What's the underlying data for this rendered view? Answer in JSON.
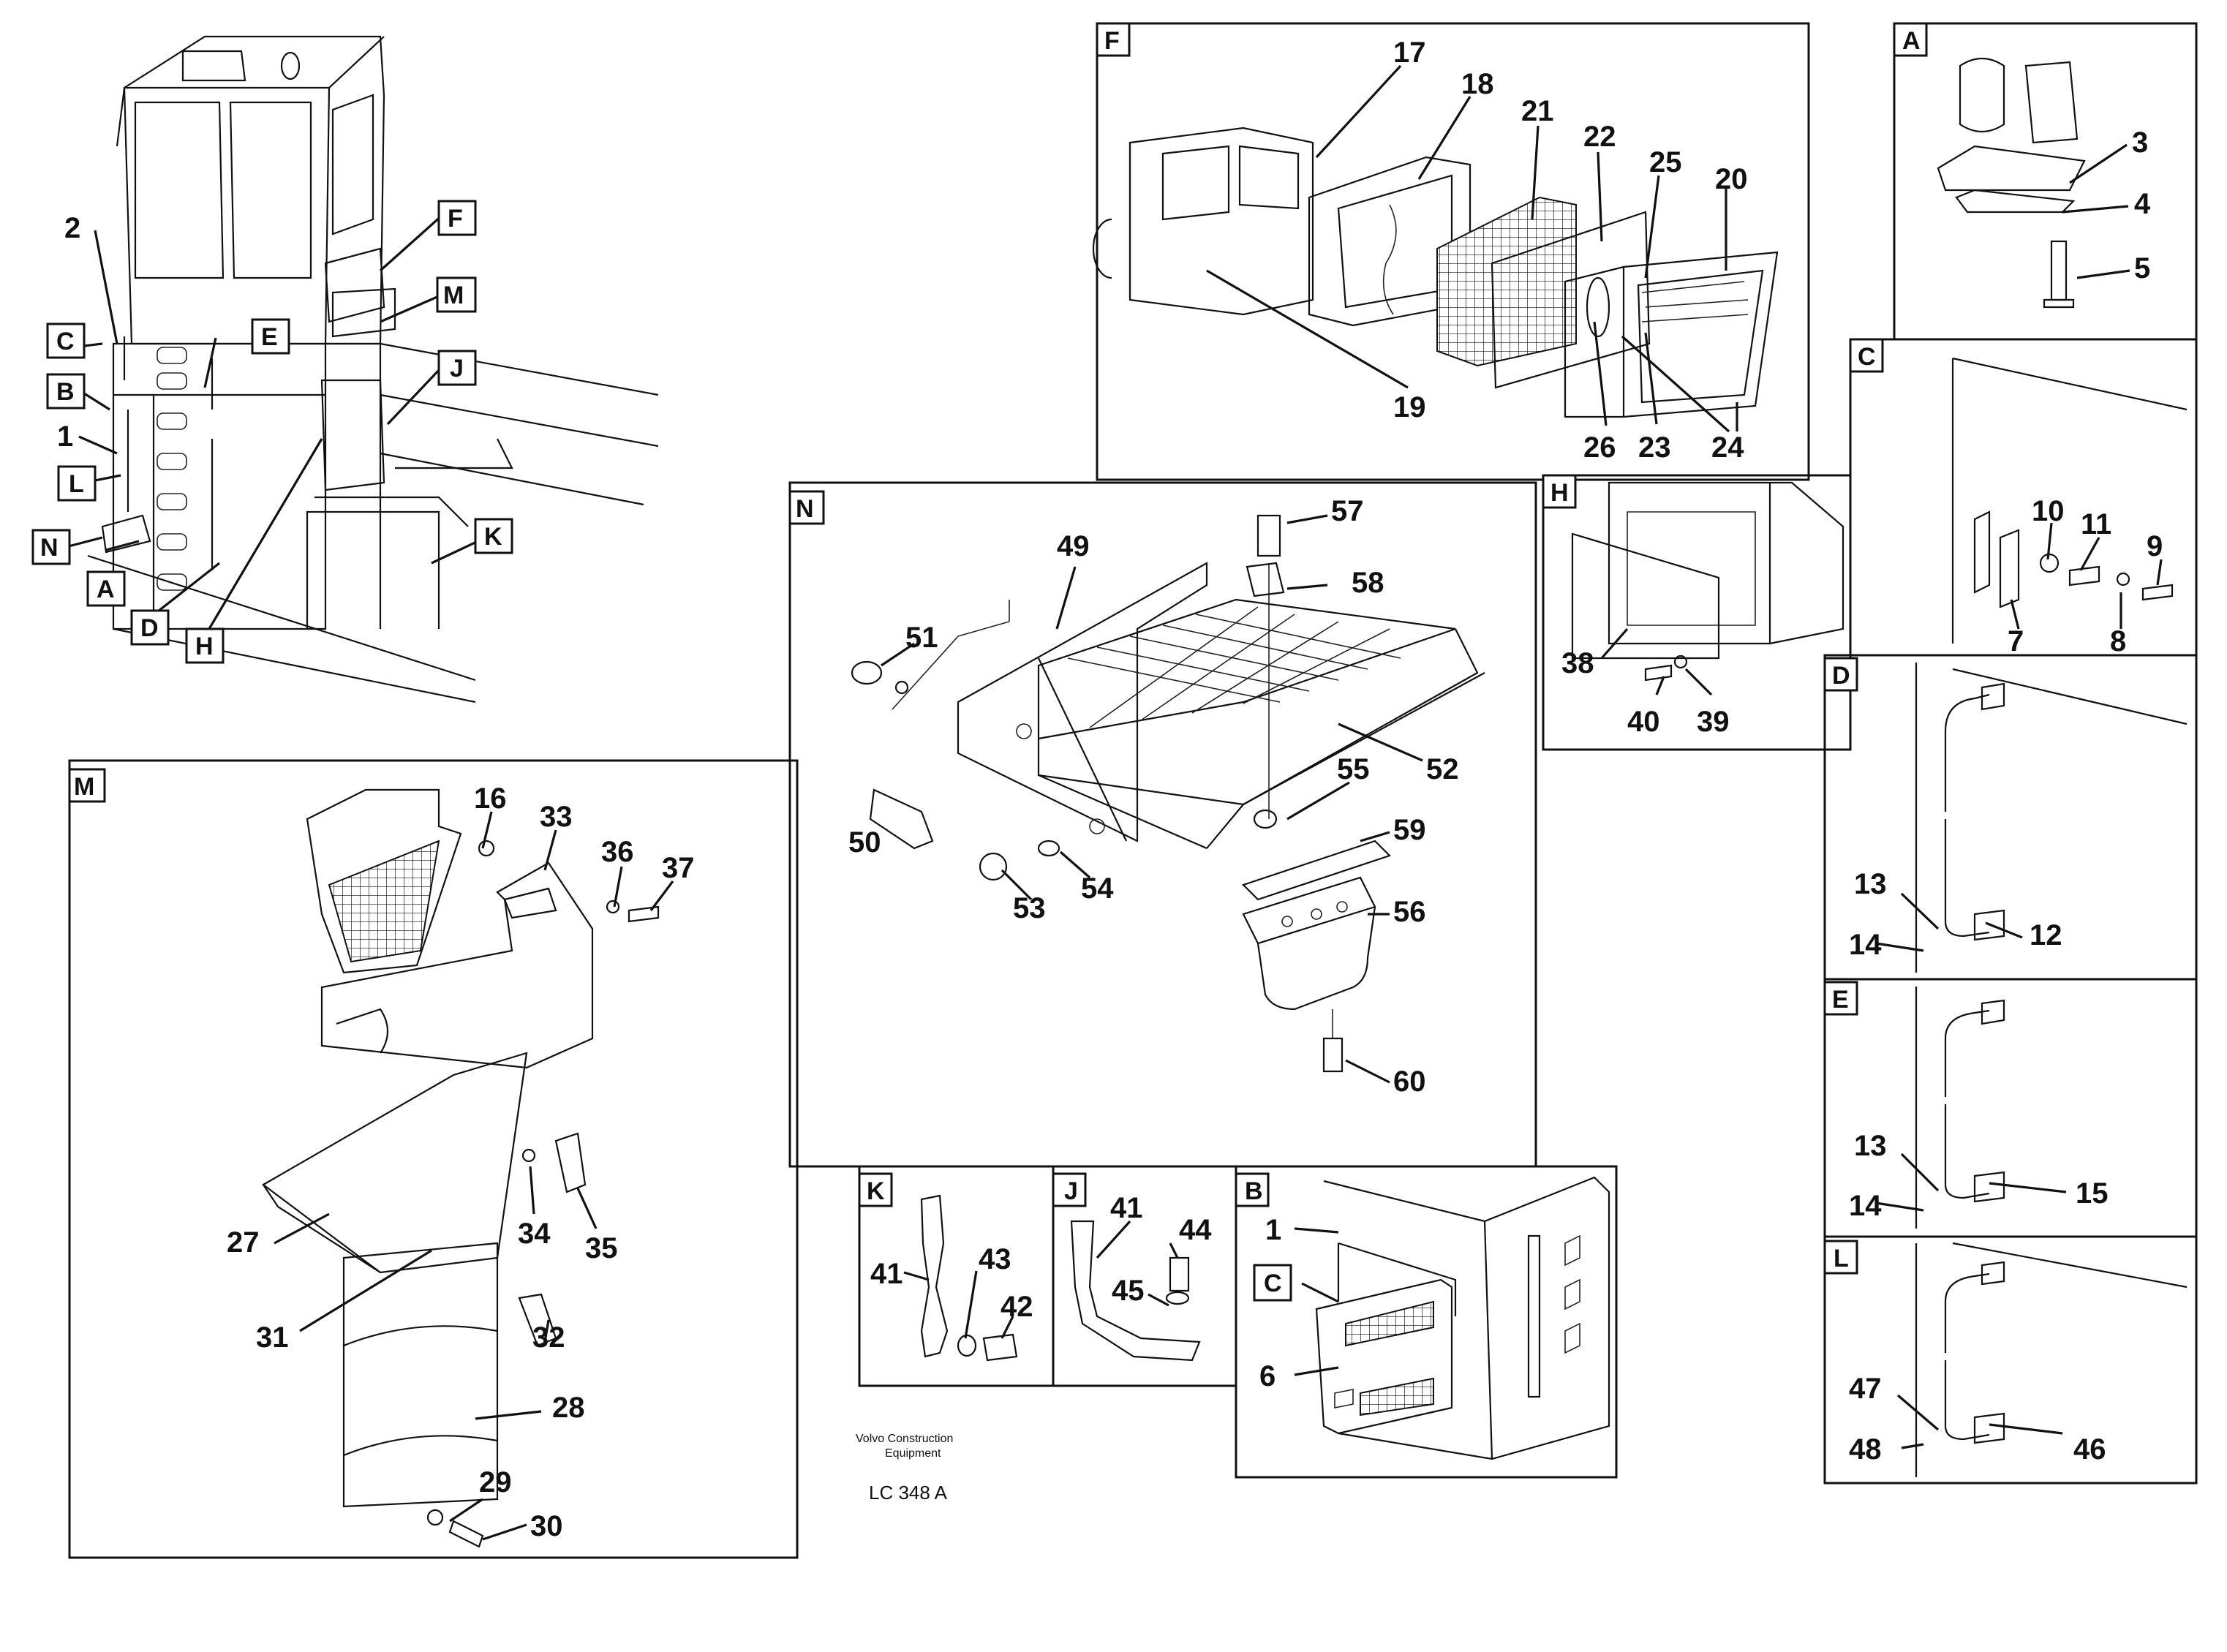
{
  "panels": {
    "F": "F",
    "A": "A",
    "C": "C",
    "N": "N",
    "H": "H",
    "D": "D",
    "M": "M",
    "E": "E",
    "K": "K",
    "J": "J",
    "B": "B",
    "L": "L"
  },
  "overview_tags": [
    "F",
    "M",
    "C",
    "E",
    "J",
    "B",
    "L",
    "N",
    "K",
    "A",
    "D",
    "H"
  ],
  "overview_numbers": [
    "2",
    "1"
  ],
  "callouts": {
    "c1": "1",
    "c2": "2",
    "c3": "3",
    "c4": "4",
    "c5": "5",
    "c6": "6",
    "c7": "7",
    "c8": "8",
    "c9": "9",
    "c10": "10",
    "c11": "11",
    "c12": "12",
    "c13": "13",
    "c13b": "13",
    "c14": "14",
    "c14b": "14",
    "c15": "15",
    "c16": "16",
    "c17": "17",
    "c18": "18",
    "c19": "19",
    "c20": "20",
    "c21": "21",
    "c22": "22",
    "c23": "23",
    "c24": "24",
    "c25": "25",
    "c26": "26",
    "c27": "27",
    "c28": "28",
    "c29": "29",
    "c30": "30",
    "c31": "31",
    "c32": "32",
    "c33": "33",
    "c34": "34",
    "c35": "35",
    "c36": "36",
    "c37": "37",
    "c38": "38",
    "c39": "39",
    "c40": "40",
    "c41": "41",
    "c41b": "41",
    "c42": "42",
    "c43": "43",
    "c44": "44",
    "c45": "45",
    "c46": "46",
    "c47": "47",
    "c48": "48",
    "c49": "49",
    "c50": "50",
    "c51": "51",
    "c52": "52",
    "c53": "53",
    "c54": "54",
    "c55": "55",
    "c56": "56",
    "c57": "57",
    "c58": "58",
    "c59": "59",
    "c60": "60"
  },
  "panel_b_tag": "C",
  "footer": {
    "company_line1": "Volvo Construction",
    "company_line2": "Equipment",
    "code": "LC 348 A"
  }
}
